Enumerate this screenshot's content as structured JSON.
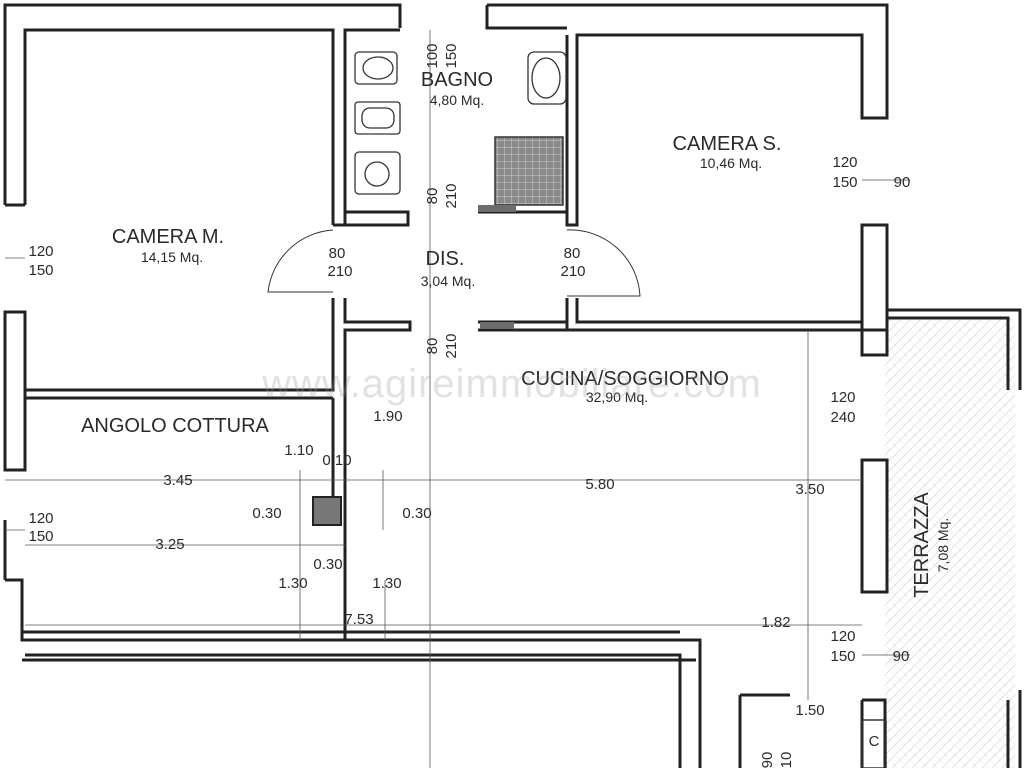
{
  "rooms": {
    "camera_m": {
      "name": "CAMERA M.",
      "area": "14,15 Mq."
    },
    "bagno": {
      "name": "BAGNO",
      "area": "4,80 Mq."
    },
    "camera_s": {
      "name": "CAMERA S.",
      "area": "10,46 Mq."
    },
    "dis": {
      "name": "DIS.",
      "area": "3,04 Mq."
    },
    "cucina": {
      "name": "CUCINA/SOGGIORNO",
      "area": "32,90 Mq."
    },
    "angolo": {
      "name": "ANGOLO COTTURA"
    },
    "terrazza": {
      "name": "TERRAZZA",
      "area": "7,08 Mq."
    }
  },
  "openings": {
    "bagno_window": [
      "100",
      "150"
    ],
    "camera_s_window": [
      "120",
      "150"
    ],
    "camera_s_window_extra": "90",
    "camera_m_window": [
      "120",
      "150"
    ],
    "bagno_door": [
      "80",
      "210"
    ],
    "camera_m_door": [
      "80",
      "210"
    ],
    "camera_s_door": [
      "80",
      "210"
    ],
    "cucina_door": [
      "80",
      "210"
    ],
    "cucina_window": [
      "120",
      "240"
    ],
    "angolo_window": [
      "120",
      "150"
    ],
    "terrazza_window": [
      "120",
      "150"
    ],
    "terrazza_window_extra": "90"
  },
  "dimensions": {
    "d_190": "1.90",
    "d_110": "1.10",
    "d_010": "0.10",
    "d_345": "3.45",
    "d_580": "5.80",
    "d_350": "3.50",
    "d_030_left": "0.30",
    "d_030_right": "0.30",
    "d_325": "3.25",
    "d_030_bottom": "0.30",
    "d_130_left": "1.30",
    "d_130_right": "1.30",
    "d_753": "7.53",
    "d_182": "1.82",
    "d_150": "1.50"
  },
  "markers": {
    "c": "C"
  },
  "partial_bottom": [
    "90",
    "10"
  ],
  "watermark": "www.agireimmobiliare.com"
}
